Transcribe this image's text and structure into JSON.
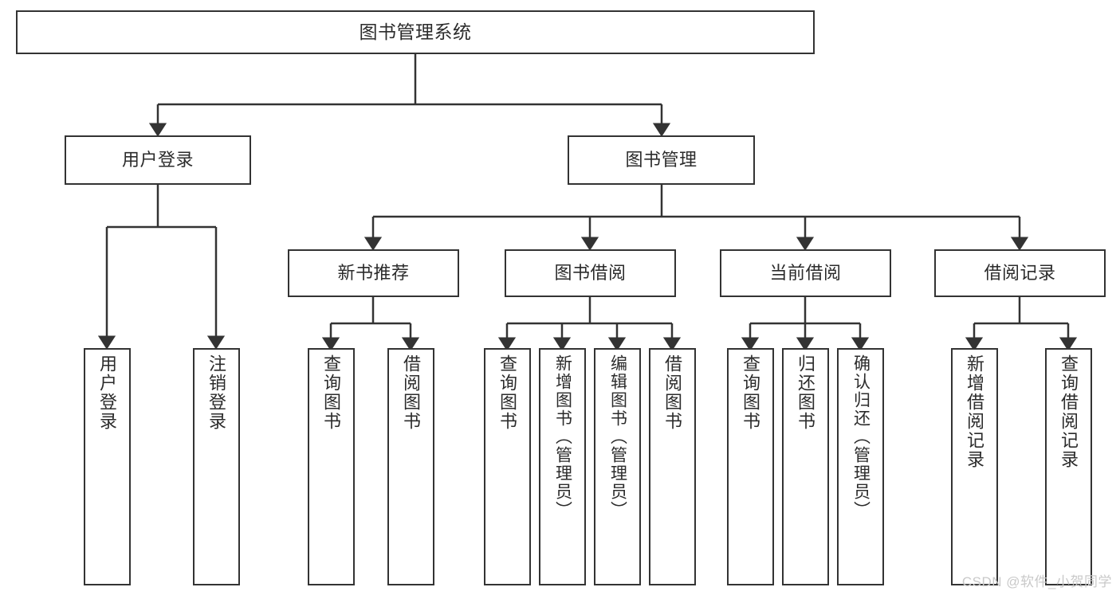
{
  "diagram": {
    "title_text": "图书管理系统",
    "watermark": "CSDN @软件_小贺同学",
    "colors": {
      "box_border": "#333333",
      "box_fill": "#ffffff",
      "text": "#2b2b2b",
      "connector": "#333333",
      "watermark": "#c9c9c9",
      "background": "#ffffff"
    },
    "root": {
      "label": "图书管理系统"
    },
    "level1": [
      {
        "label": "用户登录"
      },
      {
        "label": "图书管理"
      }
    ],
    "level2": [
      {
        "label": "新书推荐"
      },
      {
        "label": "图书借阅"
      },
      {
        "label": "当前借阅"
      },
      {
        "label": "借阅记录"
      }
    ],
    "leaves": {
      "user_login": [
        {
          "label": "用户登录"
        },
        {
          "label": "注销登录"
        }
      ],
      "new_book_recommend": [
        {
          "label": "查询图书"
        },
        {
          "label": "借阅图书"
        }
      ],
      "book_borrow": [
        {
          "label": "查询图书"
        },
        {
          "label": "新增图书（管理员）"
        },
        {
          "label": "编辑图书（管理员）"
        },
        {
          "label": "借阅图书"
        }
      ],
      "current_borrow": [
        {
          "label": "查询图书"
        },
        {
          "label": "归还图书"
        },
        {
          "label": "确认归还（管理员）"
        }
      ],
      "borrow_record": [
        {
          "label": "新增借阅记录"
        },
        {
          "label": "查询借阅记录"
        }
      ]
    }
  }
}
